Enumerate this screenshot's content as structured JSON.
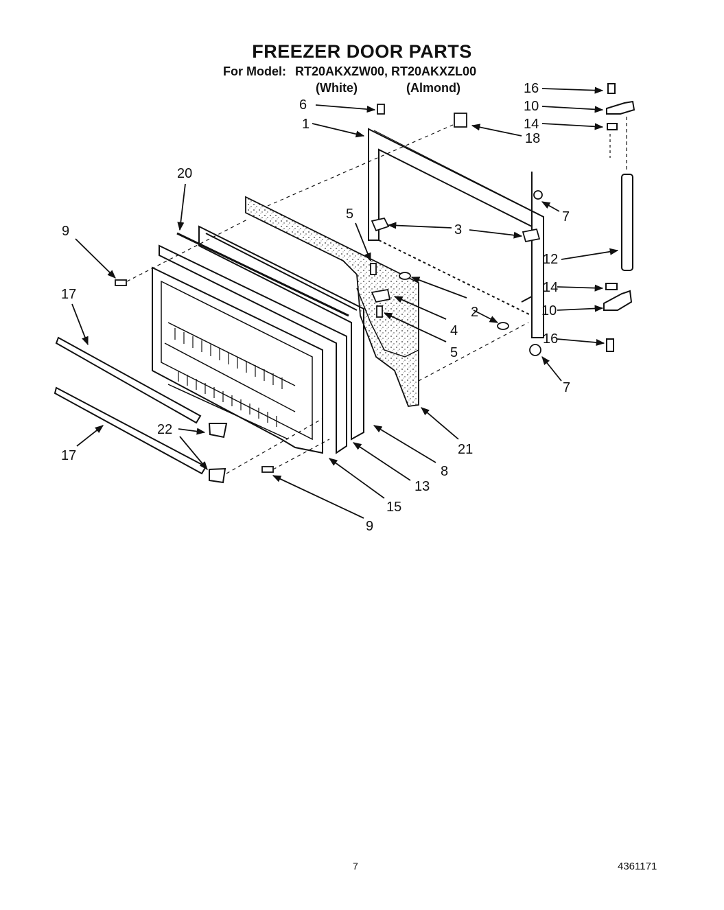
{
  "header": {
    "title": "FREEZER DOOR PARTS",
    "model_label": "For Model:",
    "models": "RT20AKXZW00, RT20AKXZL00",
    "variants": [
      "(White)",
      "(Almond)"
    ]
  },
  "callouts": [
    "1",
    "2",
    "3",
    "4",
    "5",
    "5",
    "6",
    "7",
    "7",
    "8",
    "9",
    "9",
    "10",
    "10",
    "12",
    "13",
    "14",
    "14",
    "15",
    "16",
    "16",
    "17",
    "17",
    "18",
    "20",
    "21",
    "22"
  ],
  "footer": {
    "page_number": "7",
    "document_number": "4361171"
  }
}
